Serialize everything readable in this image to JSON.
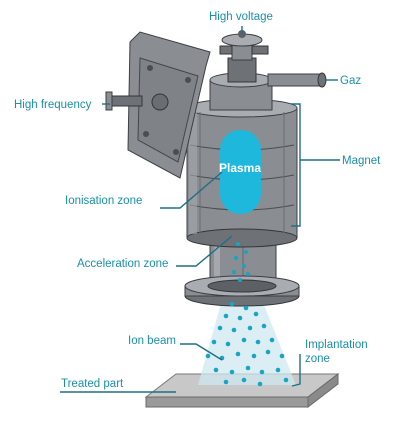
{
  "labels": {
    "high_voltage": "High voltage",
    "gaz": "Gaz",
    "high_frequency": "High frequency",
    "magnet": "Magnet",
    "plasma": "Plasma",
    "ionisation_zone": "Ionisation zone",
    "acceleration_zone": "Acceleration zone",
    "ion_beam": "Ion beam",
    "implantation_zone_line1": "Implantation",
    "implantation_zone_line2": "zone",
    "treated_part": "Treated part"
  },
  "colors": {
    "label_text": "#1b8fa8",
    "leader_line": "#1f6f84",
    "plasma": "#1eb8dc",
    "beam_dots": "#1aa3c2",
    "beam_cone": "#cfe8ef",
    "metal": "#8a8d92"
  }
}
